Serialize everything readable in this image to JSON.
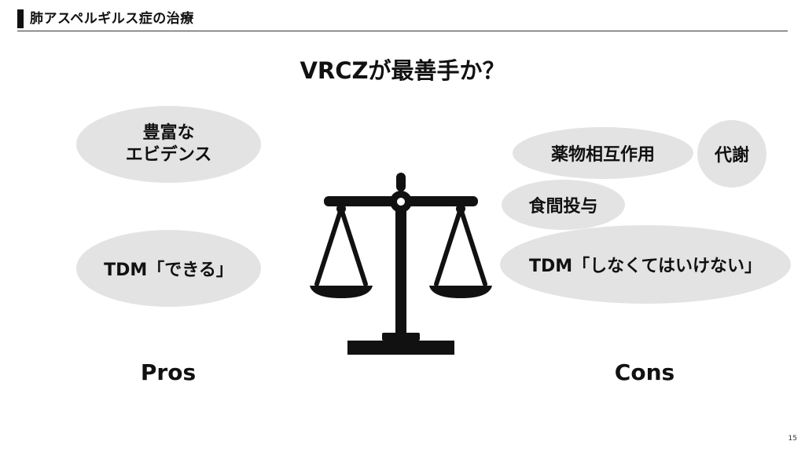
{
  "header": {
    "title": "肺アスペルギルス症の治療"
  },
  "slide": {
    "title": "VRCZが最善手か？",
    "page_number": "15"
  },
  "pros": {
    "label": "Pros",
    "items": {
      "evidence_line1": "豊富な",
      "evidence_line2": "エビデンス",
      "tdm": "TDM「できる」"
    }
  },
  "cons": {
    "label": "Cons",
    "items": {
      "interaction": "薬物相互作用",
      "metabolism": "代謝",
      "meal": "食間投与",
      "tdm": "TDM「しなくてはいけない」"
    }
  },
  "icons": {
    "scale": "balance-scale-icon"
  },
  "colors": {
    "bubble": "#e3e3e3",
    "ink": "#111111"
  }
}
